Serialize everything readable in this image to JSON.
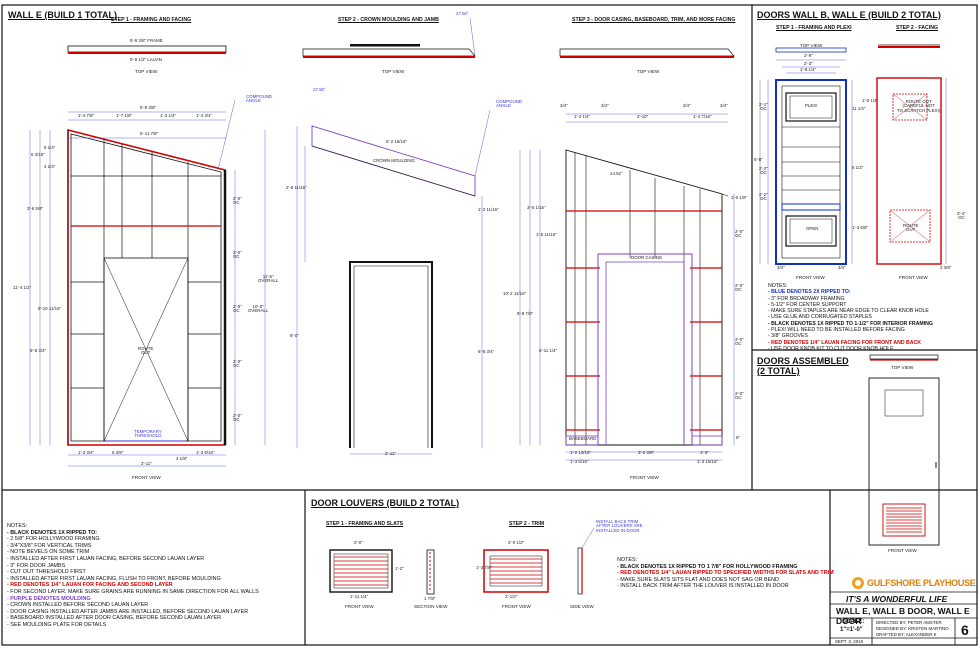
{
  "wall_e": {
    "title": "WALL E (BUILD 1 TOTAL)",
    "step1": "STEP 1 - FRAMING AND FACING",
    "step2": "STEP 2 - CROWN MOULDING AND JAMB",
    "step3": "STEP 3 - DOOR CASING, BASEBOARD, TRIM, AND MORE FACING",
    "top_view": "TOP VIEW",
    "front_view": "FRONT VIEW",
    "frame_label": "5'-9 3/8\" FRAME",
    "lauan_label": "5'-9 1/2\" LAUAN",
    "compound_angle": "COMPOUND\nANGLE",
    "compound_angle_2": "COMPOUND\nANGLE",
    "angle_a": "27.50°",
    "angle_b": "27.50°",
    "crown_moulding": "CROWN MOULDING",
    "door_casing": "DOOR CASING",
    "baseboard": "BASEBOARD",
    "route_out": "ROUTE\nOUT",
    "temp_threshold": "TEMPORARY\nTHRESHOLD",
    "overall_a": "11'-6\"\nOVERALL",
    "overall_b": "10'-0\"\nOVERALL",
    "oc": "2'-0\"\nOC",
    "dims": {
      "d1": "5'-9 3/8\"",
      "d2": "1'-4 7/8\"",
      "d3": "1'-7 1/8\"",
      "d4": "1'-3 1/4\"",
      "d5": "1'-4 3/4\"",
      "d6": "5'-11 7/8\"",
      "d7": "9 1/4\"",
      "d8": "6 3/16\"",
      "d9": "4 1/4\"",
      "d10": "3'-6 5/8\"",
      "d11": "11'-4 1/2\"",
      "d12": "9'-10 11/16\"",
      "d13": "6'-8 3/4\"",
      "d14": "1'-3 3/4\"",
      "d15": "6 3/8\"",
      "d16": "1'-3 9/16\"",
      "d17": "2'-11\"",
      "d18": "3 1/8\"",
      "e1": "6'-2 15/16\"",
      "e2": "2'-8 11/16\"",
      "e3": "1'-2 11/16\"",
      "e4": "8'-0\"",
      "e5": "6'-8 3/4\"",
      "e6": "2'-11\"",
      "f1": "3/4\"",
      "f2": "3/4\"",
      "f3": "1'-4 1/4\"",
      "f4": "2'-10\"",
      "f5": "1'-4 7/16\"",
      "f6": "3/4\"",
      "f7": "3/4\"",
      "f8": "14.52°",
      "f9": "3'-5 1/16\"",
      "f10": "1'-5 11/16\"",
      "f11": "10'-2 11/16\"",
      "f12": "8'-8 7/8\"",
      "f13": "6'-11 1/4\"",
      "f14": "1'-0 1/8\"",
      "f15": "1'-2 13/16\"",
      "f16": "1'-3 5/16\"",
      "f17": "3'-2 3/8\"",
      "f18": "1'-3\"",
      "f19": "1'-3 15/16\"",
      "f20": "6\""
    },
    "notes": [
      {
        "t": "NOTES:",
        "c": ""
      },
      {
        "t": "- BLACK DENOTES 1X RIPPED TO:",
        "c": "blk"
      },
      {
        "t": "   - 2 5/8\" FOR HOLLYWOOD FRAMING",
        "c": ""
      },
      {
        "t": "   - 3/4\"X3/8\" FOR VERTICAL TRIMS",
        "c": ""
      },
      {
        "t": "      - NOTE BEVELS ON SOME TRIM",
        "c": ""
      },
      {
        "t": "      - INSTALLED AFTER FIRST LAUAN FACING, BEFORE SECOND LAUAN LAYER",
        "c": ""
      },
      {
        "t": "   - 3\" FOR DOOR JAMBS",
        "c": ""
      },
      {
        "t": "      - CUT OUT THRESHOLD FIRST",
        "c": ""
      },
      {
        "t": "      - INSTALLED AFTER FIRST LAUAN FACING, FLUSH TO FRONT, BEFORE MOULDING",
        "c": ""
      },
      {
        "t": "- RED DENOTES 1/4\" LAUAN FOR FACING AND SECOND LAYER",
        "c": "red"
      },
      {
        "t": "   - FOR SECOND LAYER, MAKE SURE GRAINS ARE RUNNING IN SAME DIRECTION FOR ALL WALLS",
        "c": ""
      },
      {
        "t": "- PURPLE DENOTES MOULDING",
        "c": "purple"
      },
      {
        "t": "   - CROWN INSTALLED BEFORE SECOND LAUAN LAYER",
        "c": ""
      },
      {
        "t": "   - DOOR CASING INSTALLED AFTER JAMBS ARE INSTALLED, BEFORE SECOND LAUAN LAYER",
        "c": ""
      },
      {
        "t": "   - BASEBOARD INSTALLED AFTER DOOR CASING, BEFORE SECOND LAUAN LAYER",
        "c": ""
      },
      {
        "t": "   - SEE MOULDING PLATE FOR DETAILS",
        "c": ""
      }
    ]
  },
  "doors_wall_b": {
    "title": "DOORS WALL B, WALL E (BUILD 2 TOTAL)",
    "step1": "STEP 1 - FRAMING AND PLEXI",
    "step2": "STEP 2 - FACING",
    "top_view": "TOP VIEW",
    "front_view": "FRONT VIEW",
    "front_view_2": "FRONT VIEW",
    "plexi": "PLEXI",
    "open": "OPEN",
    "route_out_knob": "ROUTE OUT\n(CAREFUL NOT\nTO SCRATCH PLEXI)",
    "route_out": "ROUTE\nOUT",
    "dims": {
      "a1": "2'-9\"",
      "a2": "2'-3\"",
      "a3": "1'-8 1/4\"",
      "a4": "2'-1\"\nOC",
      "a5": "11 1/2\"",
      "a6": "1'-0 1/4\"",
      "a7": "6'-8\"",
      "a8": "2'-2\"\nOC",
      "a9": "5 1/2\"",
      "a10": "2'-2\"\nOC",
      "a11": "1'-3 5/8\"",
      "a12": "3/4\"",
      "a13": "3/4\"",
      "a14": "3'-4\"\nOC",
      "a15": "2 3/8\""
    },
    "notes": [
      {
        "t": "NOTES:",
        "c": ""
      },
      {
        "t": "- BLUE DENOTES 2X RIPPED TO:",
        "c": "blue"
      },
      {
        "t": "   - 3\" FOR BROADWAY FRAMING",
        "c": ""
      },
      {
        "t": "   - 5-1/2\" FOR CENTER SUPPORT",
        "c": ""
      },
      {
        "t": "      - MAKE SURE STAPLES ARE NEAR EDGE TO CLEAR KNOB HOLE",
        "c": ""
      },
      {
        "t": "   - USE GLUE AND CORRUGATED STAPLES",
        "c": ""
      },
      {
        "t": "- BLACK DENOTES 1X RIPPED TO 1-1/2\" FOR INTERIOR FRAMING",
        "c": "blk"
      },
      {
        "t": "   - PLEXI WILL NEED TO BE INSTALLED BEFORE FACING",
        "c": ""
      },
      {
        "t": "   - 3/8\" GROOVES",
        "c": ""
      },
      {
        "t": "- RED DENOTES 1/4\" LAUAN FACING FOR FRONT AND BACK",
        "c": "red"
      },
      {
        "t": "   - USE DOOR KNOB KIT TO CUT DOOR KNOB HOLE",
        "c": ""
      }
    ]
  },
  "doors_assembled": {
    "title": "DOORS ASSEMBLED\n(2 TOTAL)",
    "top_view": "TOP VIEW",
    "front_view": "FRONT VIEW"
  },
  "door_louvers": {
    "title": "DOOR LOUVERS (BUILD 2 TOTAL)",
    "step1": "STEP 1 - FRAMING AND SLATS",
    "step2": "STEP 2 - TRIM",
    "front_view": "FRONT VIEW",
    "front_view_2": "FRONT VIEW",
    "section_view": "SECTION VIEW",
    "side_view": "SIDE VIEW",
    "install_note": "INSTALL BACK TRIM\nAFTER LOUVERS ARE\nINSTALLED IN DOOR",
    "dims": {
      "b1": "2'-0\"",
      "b2": "1'-2\"",
      "b3": "1'-11 1/4\"",
      "b4": "1 7/8\"",
      "b5": "2'-0 1/2\"",
      "b6": "1'-3 7/8\"",
      "b7": "2'-1/2\""
    },
    "notes": [
      {
        "t": "NOTES:",
        "c": ""
      },
      {
        "t": "- BLACK DENOTES 1X RIPPED TO 1 7/8\" FOR HOLLYWOOD FRAMING",
        "c": "blk"
      },
      {
        "t": "- RED DENOTES 1/4\" LAUAN RIPPED TO SPECIFIED WIDTHS FOR SLATS AND TRIM",
        "c": "red"
      },
      {
        "t": "   - MAKE SURE SLATS SITS FLAT AND DOES NOT SAG OR BEND",
        "c": ""
      },
      {
        "t": "   - INSTALL BACK TRIM AFTER THE LOUVER IS INSTALLED IN DOOR",
        "c": ""
      }
    ]
  },
  "title_block": {
    "company": "GULFSHORE PLAYHOUSE",
    "show": "IT'S A WONDERFUL LIFE",
    "plate": "WALL E, WALL B DOOR, WALL E DOOR",
    "scale_label": "SCALE:",
    "scale": "1\"=1'-0\"",
    "directed": "DIRECTED BY: PETER AMSTER",
    "designed": "DESIGNED BY: KRISTEN MARTINO",
    "drafted": "DRAFTED BY: ALEXANDER K",
    "date": "SEPT. 3, 2019",
    "plate_no": "6"
  },
  "colors": {
    "frame": "#111111",
    "lauan": "#d00000",
    "blue": "#1030c0",
    "purple": "#8040c0",
    "dim": "#3a3ad8"
  }
}
